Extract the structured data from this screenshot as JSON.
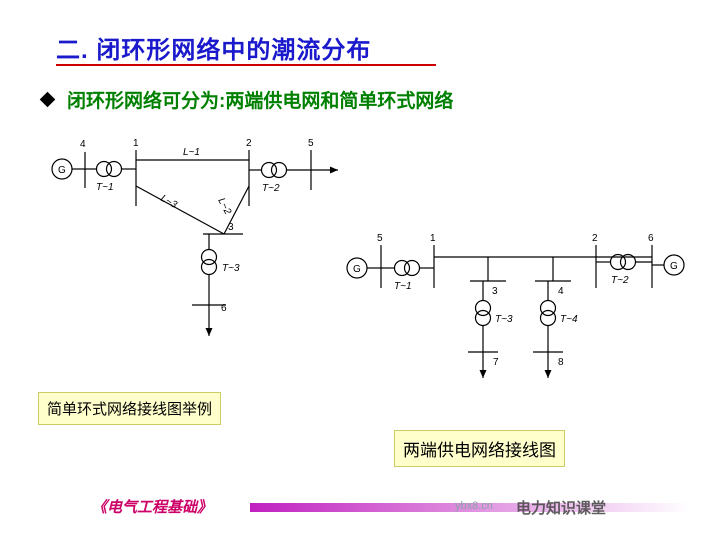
{
  "slide": {
    "title": "二. 闭环形网络中的潮流分布",
    "bullet": "闭环形网络可分为:两端供电网和简单环式网络",
    "caption_left": "简单环式网络接线图举例",
    "caption_right": "两端供电网络接线图",
    "footer_book": "《电气工程基础》",
    "footer_watermark": "ybx8.cn",
    "footer_channel": "电力知识课堂",
    "title_color": "#1a1acc",
    "title_rule_color": "#cc0000",
    "bullet_color": "#008000",
    "caption_bg": "#ffffcc"
  },
  "diagram_left": {
    "name": "简单环式网络接线图",
    "nodes": [
      "4",
      "1",
      "2",
      "5",
      "3",
      "6"
    ],
    "generator_label": "G",
    "transformers": [
      "T~1",
      "T~2",
      "T~3"
    ],
    "lines": [
      "L~1",
      "L~2",
      "L~3"
    ]
  },
  "diagram_right": {
    "name": "两端供电网络接线图",
    "nodes": [
      "5",
      "1",
      "3",
      "4",
      "2",
      "6",
      "7",
      "8"
    ],
    "generator_labels": [
      "G",
      "G"
    ],
    "transformers": [
      "T~1",
      "T~3",
      "T~4",
      "T~2"
    ]
  }
}
